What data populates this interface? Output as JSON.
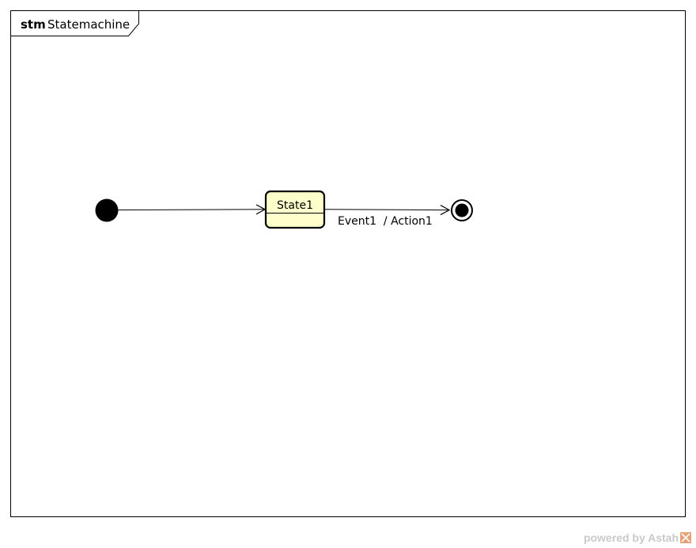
{
  "frame": {
    "keyword": "stm",
    "name": "Statemachine"
  },
  "states": [
    {
      "name": "State1"
    }
  ],
  "transitions": [
    {
      "source": "initial",
      "target": "State1",
      "label": ""
    },
    {
      "source": "State1",
      "target": "final",
      "label": "Event1  / Action1"
    }
  ],
  "colors": {
    "state_fill": "#ffffcc",
    "stroke": "#000000",
    "watermark": "#c9c9c9",
    "watermark_logo": "#e8a27a"
  },
  "watermark": {
    "text": "powered by Astah"
  }
}
